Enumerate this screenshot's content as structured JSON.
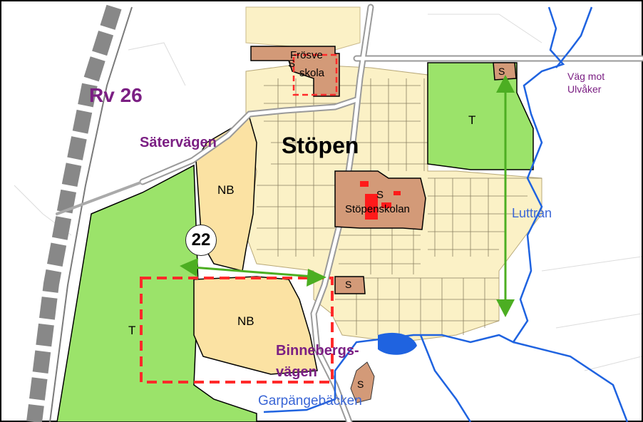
{
  "map": {
    "place_labels": {
      "stopen": "Stöpen",
      "rv26": "Rv 26",
      "satervagen": "Sätervägen",
      "binnebergs_line1": "Binnebergs-",
      "binnebergs_line2": "vägen",
      "vag_mot_line1": "Väg mot",
      "vag_mot_line2": "Ulvåker",
      "luttran": "Luttran",
      "garpangebacken": "Garpängebäcken"
    },
    "zone_labels": {
      "t_top": "T",
      "t_left": "T",
      "nb_upper": "NB",
      "nb_lower": "NB",
      "s_frosve": "S",
      "frosve_line1": "Frösve",
      "frosve_line2": "skola",
      "s_stopenskolan": "S",
      "stopenskolan": "Stöpenskolan",
      "s_top_right": "S",
      "s_mid": "S",
      "s_bottom": "S"
    },
    "marker": {
      "number": "22"
    },
    "colors": {
      "agriculture_green": "#9be36a",
      "residential_beige": "#fbe2a3",
      "school_brown": "#d39a78",
      "water_blue": "#1f63e0",
      "road_gray": "#8c8c8c",
      "planning_red": "#ff2a2a",
      "arrow_green": "#4cae22",
      "label_purple": "#7b1f83"
    }
  }
}
